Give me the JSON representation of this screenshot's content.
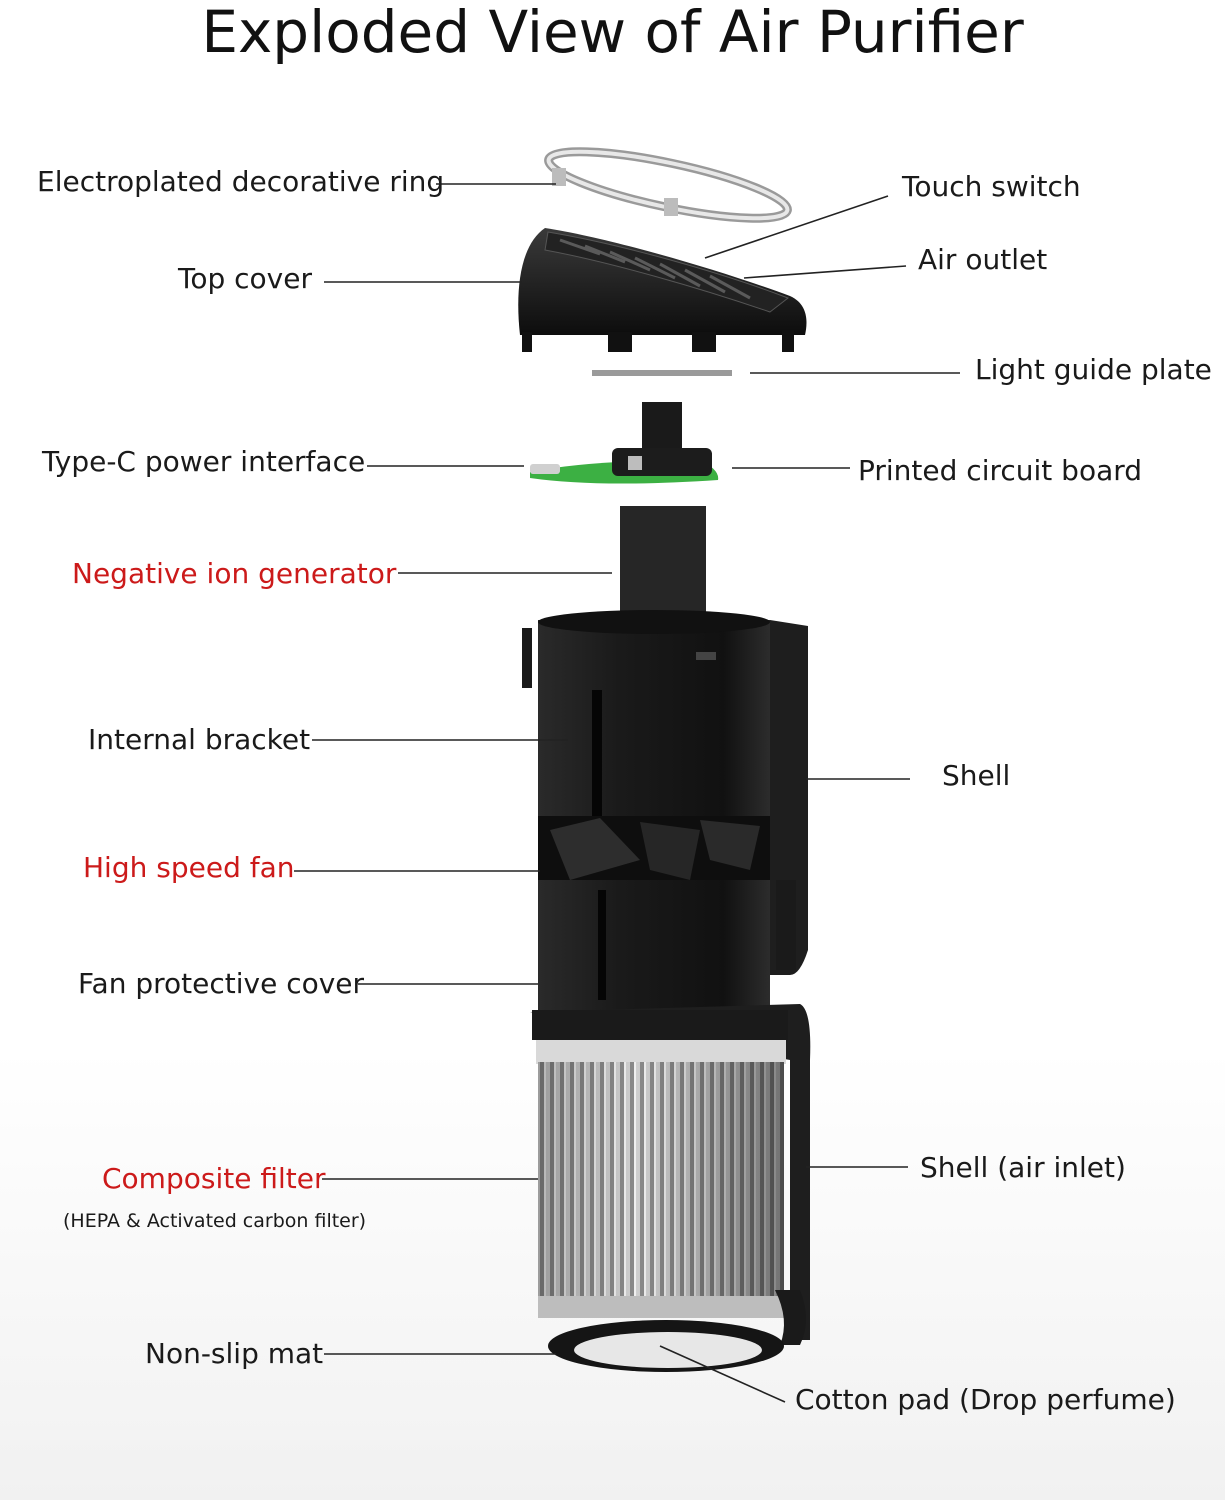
{
  "title": "Exploded View of Air Purifier",
  "colors": {
    "text": "#1a1a1a",
    "highlight": "#cc1a1a",
    "body": "#1a1a1a",
    "board": "#3cb043"
  },
  "labels": {
    "ring": "Electroplated decorative ring",
    "touch_switch": "Touch switch",
    "top_cover": "Top cover",
    "air_outlet": "Air outlet",
    "light_guide": "Light guide plate",
    "type_c": "Type-C power interface",
    "pcb": "Printed circuit board",
    "ion_generator": "Negative ion generator",
    "internal_bracket": "Internal bracket",
    "shell": "Shell",
    "fan": "High speed fan",
    "fan_cover": "Fan protective cover",
    "filter": "Composite filter",
    "filter_note": "(HEPA & Activated carbon filter)",
    "shell_inlet": "Shell (air inlet)",
    "mat": "Non-slip mat",
    "cotton_pad": "Cotton pad (Drop perfume)"
  }
}
